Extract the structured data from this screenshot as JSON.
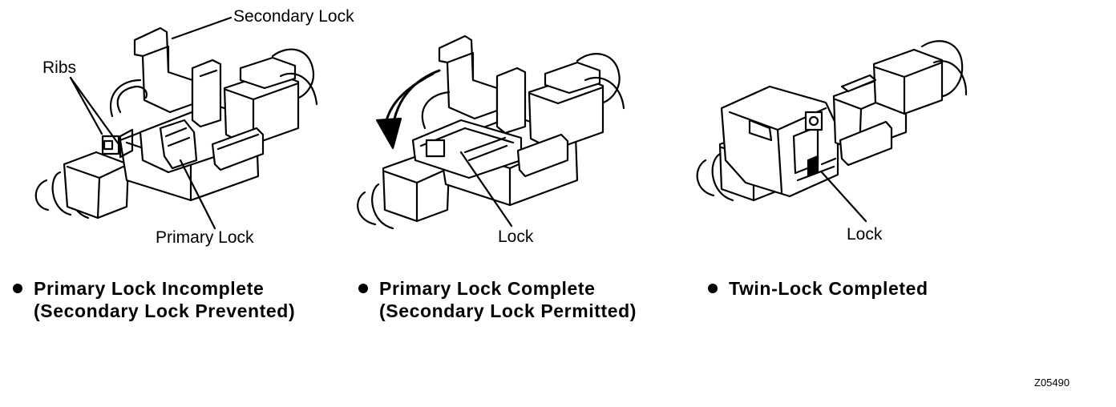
{
  "panels": [
    {
      "id": "incomplete",
      "callouts": {
        "secondary": "Secondary Lock",
        "ribs": "Ribs",
        "primary": "Primary Lock"
      },
      "caption": {
        "line1": "Primary Lock Incomplete",
        "line2": "(Secondary Lock Prevented)"
      }
    },
    {
      "id": "complete",
      "callouts": {
        "lock": "Lock"
      },
      "caption": {
        "line1": "Primary Lock Complete",
        "line2": "(Secondary Lock Permitted)"
      }
    },
    {
      "id": "twin",
      "callouts": {
        "lock": "Lock"
      },
      "caption": {
        "line1": "Twin-Lock Completed"
      }
    }
  ],
  "figure_code": "Z05490"
}
